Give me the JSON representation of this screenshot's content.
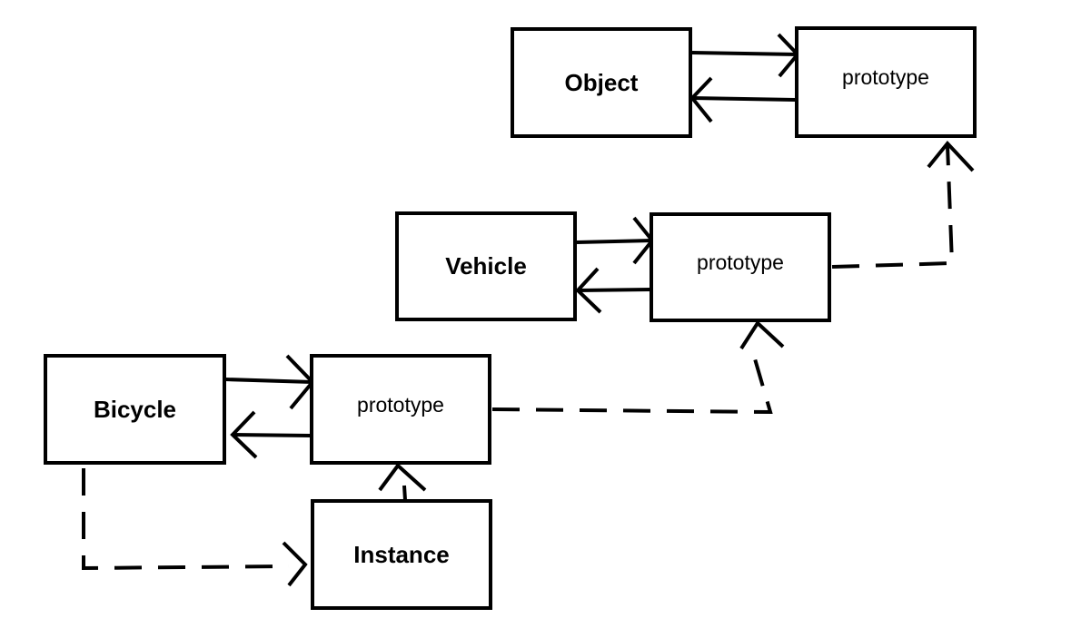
{
  "diagram": {
    "nodes": {
      "object": "Object",
      "object_prototype": "prototype",
      "vehicle": "Vehicle",
      "vehicle_prototype": "prototype",
      "bicycle": "Bicycle",
      "bicycle_prototype": "prototype",
      "instance": "Instance"
    },
    "colors": {
      "stroke": "#000000",
      "background": "#ffffff"
    }
  }
}
